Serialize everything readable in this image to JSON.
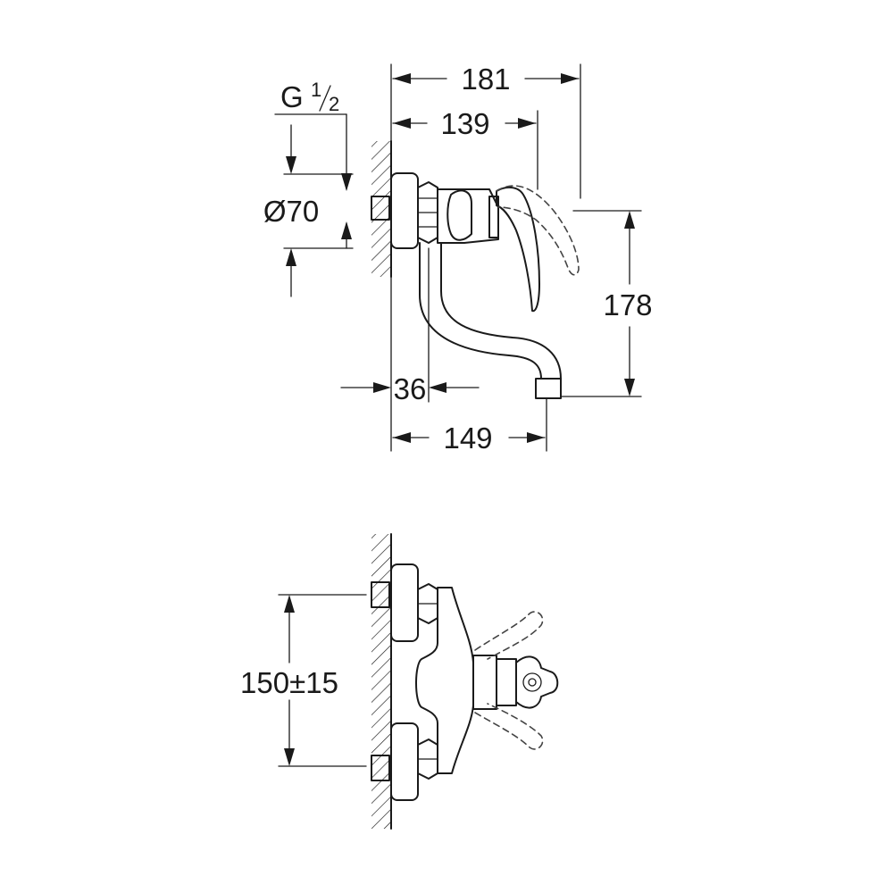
{
  "side_view": {
    "dim_181": "181",
    "dim_139": "139",
    "thread_prefix": "G",
    "thread_num": "1",
    "thread_den": "2",
    "dim_diameter": "Ø70",
    "dim_178": "178",
    "dim_36": "36",
    "dim_149": "149"
  },
  "top_view": {
    "dim_spacing": "150±15"
  }
}
